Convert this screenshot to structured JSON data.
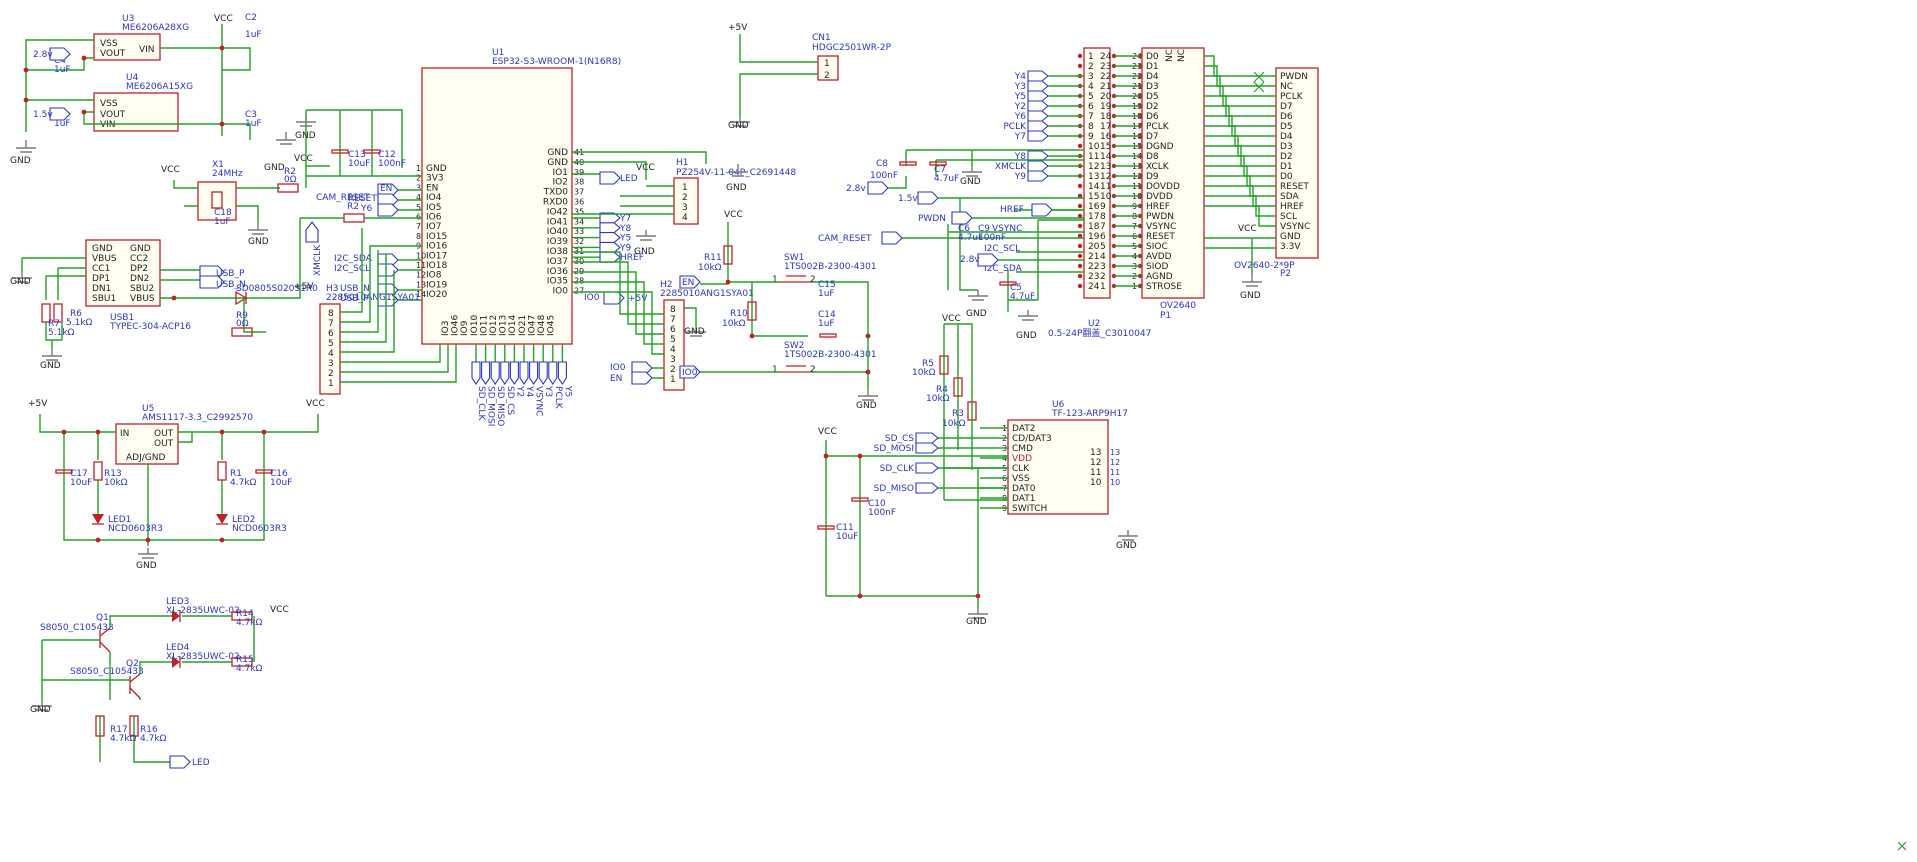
{
  "schematic": {
    "nets": {
      "vcc": "VCC",
      "gnd": "GND",
      "p5v": "+5V",
      "v28": "2.8v",
      "v15": "1.5v"
    },
    "ldo_28": {
      "ref": "U3",
      "part": "ME6206A28XG",
      "pins": [
        "VSS",
        "VOUT",
        "VIN"
      ],
      "c_out": "C4",
      "c_out_val": "1uF",
      "c_in": "C2",
      "c_in_val": "1uF"
    },
    "ldo_15": {
      "ref": "U4",
      "part": "ME6206A15XG",
      "pins": [
        "VSS",
        "VOUT",
        "VIN"
      ],
      "c_out": "C1",
      "c_out_val": "1uF",
      "c_in": "C3",
      "c_in_val": "1uF"
    },
    "crystal": {
      "ref": "X1",
      "freq": "24MHz",
      "res": "R2",
      "res_val": "0Ω",
      "cap": "C18",
      "cap_val": "1uF"
    },
    "usb": {
      "ref": "USB1",
      "part": "TYPEC-304-ACP16",
      "pins_left": [
        "GND",
        "VBUS",
        "CC1",
        "DP1",
        "DN1",
        "SBU1"
      ],
      "pins_right": [
        "GND",
        "CC2",
        "DP2",
        "DN2",
        "SBU2",
        "VBUS"
      ],
      "r7": "R7",
      "r7_val": "5.1kΩ",
      "r6": "R6",
      "r6_val": "5.1kΩ",
      "usb_p": "USB_P",
      "usb_n": "USB_N",
      "diode": "SD0805S020S1R0",
      "r9": "R9",
      "r9_val": "0Ω"
    },
    "mcu": {
      "ref": "U1",
      "part": "ESP32-S3-WROOM-1(N16R8)",
      "left_pins": [
        "GND",
        "3V3",
        "EN",
        "IO4",
        "IO5",
        "IO6",
        "IO7",
        "IO15",
        "IO16",
        "IO17",
        "IO18",
        "IO8",
        "IO19",
        "IO20"
      ],
      "right_pins": [
        "GND",
        "GND",
        "IO1",
        "IO2",
        "TXD0",
        "RXD0",
        "IO42",
        "IO41",
        "IO40",
        "IO39",
        "IO38",
        "IO37",
        "IO36",
        "IO35",
        "IO0"
      ],
      "bottom_pins": [
        "IO3",
        "IO46",
        "IO9",
        "IO10",
        "IO11",
        "IO12",
        "IO13",
        "IO14",
        "IO21",
        "IO47",
        "IO48",
        "IO45"
      ],
      "c13": "C13",
      "c13_val": "10uF",
      "c12": "C12",
      "c12_val": "100nF"
    },
    "labels": {
      "en": "EN",
      "reset": "RESET",
      "y6": "Y6",
      "cam_reset": "CAM_RESET",
      "i2c_sda": "I2C_SDA",
      "i2c_scl": "I2C_SCL",
      "usb_n": "USB_N",
      "usb_p": "USB_P",
      "xmclk": "XMCLK",
      "led": "LED",
      "y7": "Y7",
      "y8": "Y8",
      "y5": "Y5",
      "y9": "Y9",
      "href": "HREF",
      "bottom_nets": [
        "SD_CLK",
        "SD_MOSI",
        "SD_MISO",
        "SD_CS",
        "Y2",
        "Y4",
        "VSYNC",
        "Y3",
        "PCLK",
        "Y5"
      ],
      "io0": "IO0",
      "rxd0": "RXD0",
      "txd0": "TXD0"
    },
    "h3": {
      "ref": "H3",
      "part": "2285010ANG1SYA01"
    },
    "h1": {
      "ref": "H1",
      "part": "PZ254V-11-04P_C2691448"
    },
    "h2": {
      "ref": "H2",
      "part": "2285010ANG1SYA01"
    },
    "cn1": {
      "ref": "CN1",
      "part": "HDGC2501WR-2P"
    },
    "sw1": {
      "ref": "SW1",
      "part": "1TS002B-2300-4301",
      "r11": "R11",
      "r11_val": "10kΩ",
      "c15": "C15",
      "c15_val": "1uF"
    },
    "sw2": {
      "ref": "SW2",
      "part": "1TS002B-2300-4301",
      "r10": "R10",
      "r10_val": "10kΩ",
      "c14": "C14",
      "c14_val": "1uF"
    },
    "ams": {
      "ref": "U5",
      "part": "AMS1117-3.3_C2992570",
      "pins": [
        "IN",
        "OUT",
        "OUT",
        "ADJ/GND"
      ],
      "c17": "C17",
      "c17_val": "10uF",
      "r13": "R13",
      "r13_val": "10kΩ",
      "r1": "R1",
      "r1_val": "4.7kΩ",
      "c16": "C16",
      "c16_val": "10uF",
      "led1": "LED1",
      "led2": "LED2",
      "led_part": "NCD0603R3"
    },
    "transistors": {
      "q1": "Q1",
      "q2": "Q2",
      "q_part": "S8050_C105433",
      "led3": "LED3",
      "led4": "LED4",
      "led_part": "XL-2835UWC-02",
      "r14": "R14",
      "r15": "R15",
      "r16": "R16",
      "r17": "R17",
      "r_val": "4.7kΩ"
    },
    "fpc": {
      "ref": "U2",
      "part": "0.5-24P翻盖_C3010047",
      "nets_left": [
        "Y4",
        "Y3",
        "Y5",
        "Y2",
        "Y6",
        "PCLK",
        "Y7",
        "Y8",
        "XMCLK",
        "Y9"
      ],
      "c8": "C8",
      "c8_val": "100nF",
      "c7": "C7",
      "c7_val": "4.7uF",
      "c6": "C6",
      "c6_val": "4.7uF",
      "c9": "C9",
      "c9_val": "100nF",
      "c5": "C5",
      "c5_val": "4.7uF",
      "href": "HREF",
      "pwdn": "PWDN",
      "vsync": "VSYNC",
      "cam_reset": "CAM_RESET",
      "i2c_scl": "I2C_SCL",
      "i2c_sda": "I2C_SDA"
    },
    "ov": {
      "ref": "P1",
      "part": "OV2640",
      "pins": [
        "D0",
        "D1",
        "D4",
        "D3",
        "D5",
        "D2",
        "D6",
        "PCLK",
        "D7",
        "DGND",
        "D8",
        "XCLK",
        "D9",
        "DOVDD",
        "DVDD",
        "HREF",
        "PWDN",
        "VSYNC",
        "RESET",
        "SIOC",
        "AVDD",
        "SIOD",
        "AGND",
        "STROSE"
      ],
      "nc": [
        "NC",
        "NC"
      ]
    },
    "p2": {
      "ref": "P2",
      "part": "OV2640-2*9P",
      "pins": [
        "PWDN",
        "NC",
        "PCLK",
        "D7",
        "D6",
        "D5",
        "D4",
        "D3",
        "D2",
        "D1",
        "D0",
        "RESET",
        "SDA",
        "HREF",
        "SCL",
        "VSYNC",
        "GND",
        "3.3V"
      ]
    },
    "sd": {
      "ref": "U6",
      "part": "TF-123-ARP9H17",
      "pins": [
        "DAT2",
        "CD/DAT3",
        "CMD",
        "VDD",
        "CLK",
        "VSS",
        "DAT0",
        "DAT1",
        "SWITCH"
      ],
      "right_pins": [
        "13",
        "12",
        "11",
        "10"
      ],
      "nets": [
        "SD_CS",
        "SD_MOSI",
        "SD_CLK",
        "SD_MISO"
      ],
      "r5": "R5",
      "r4": "R4",
      "r3": "R3",
      "r_val": "10kΩ",
      "c10": "C10",
      "c10_val": "100nF",
      "c11": "C11",
      "c11_val": "10uF"
    }
  }
}
